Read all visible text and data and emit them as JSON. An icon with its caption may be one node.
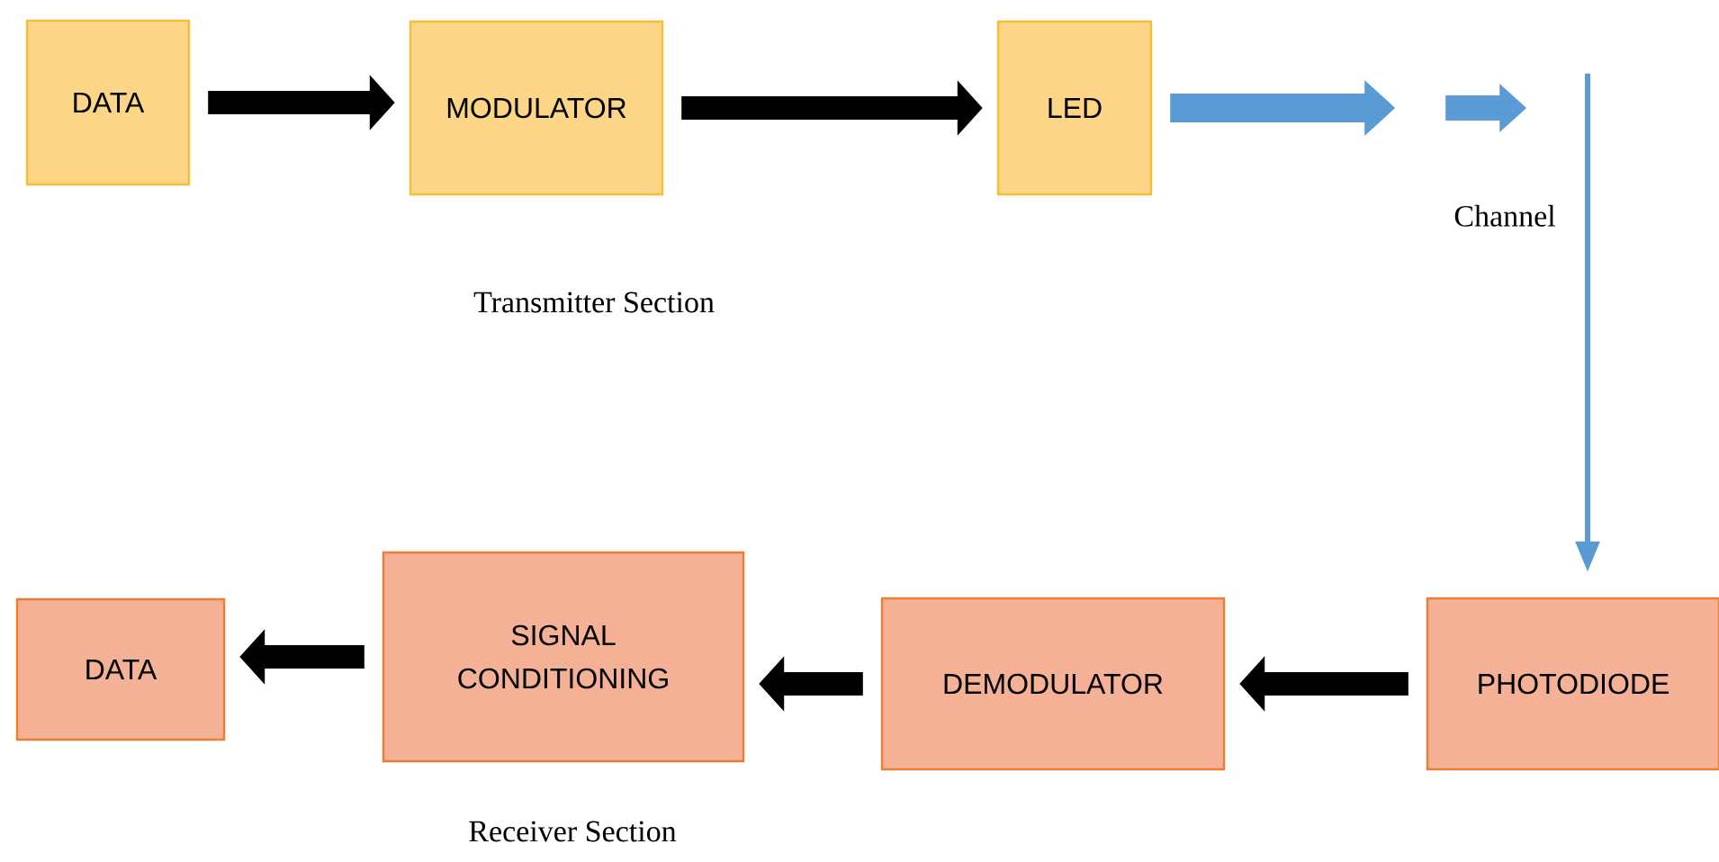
{
  "diagram": {
    "nodes": [
      {
        "text": [
          "DATA"
        ]
      },
      {
        "text": [
          "MODULATOR"
        ]
      },
      {
        "text": [
          "LED"
        ]
      },
      {
        "text": [
          "PHOTODIODE"
        ]
      },
      {
        "text": [
          "DEMODULATOR"
        ]
      },
      {
        "text": [
          "SIGNAL CONDITIONING"
        ]
      },
      {
        "text": [
          "DATA"
        ]
      }
    ],
    "edges": [
      {
        "from": 0,
        "to": 1,
        "arrow": "to"
      },
      {
        "from": 1,
        "to": 2,
        "arrow": "to"
      },
      {
        "from": 2,
        "to": null,
        "arrow": "to",
        "color": "#5b9bd5"
      },
      {
        "from": null,
        "to": 3,
        "arrow": "to",
        "color": "#5b9bd5",
        "label": "Channel"
      },
      {
        "from": 3,
        "to": 4,
        "arrow": "to"
      },
      {
        "from": 4,
        "to": 5,
        "arrow": "to"
      },
      {
        "from": 5,
        "to": 6,
        "arrow": "to"
      }
    ],
    "labels": [
      "Transmitter Section",
      "Receiver Section"
    ]
  }
}
